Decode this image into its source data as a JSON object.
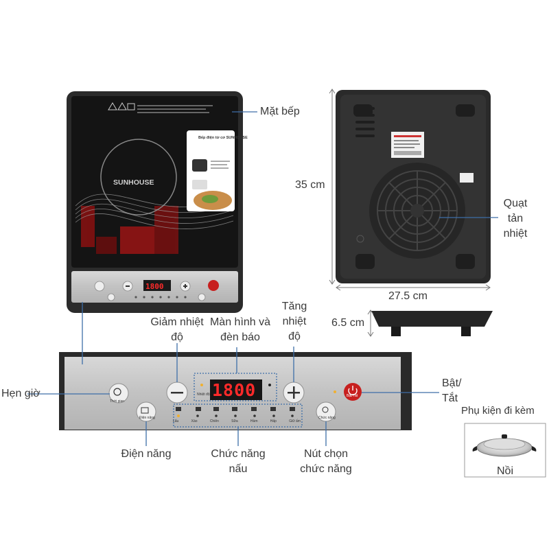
{
  "labels": {
    "mat_bep": "Mặt bếp",
    "do_cao_mat": "35 cm",
    "quat": [
      "Quạt",
      "tản",
      "nhiệt"
    ],
    "do_rong": "27.5 cm",
    "do_day": "6.5 cm",
    "giam_nhiet": [
      "Giảm nhiệt",
      "độ"
    ],
    "man_hinh": [
      "Màn hình và",
      "đèn báo"
    ],
    "tang_nhiet": [
      "Tăng",
      "nhiệt",
      "độ"
    ],
    "hen_gio": "Hẹn giờ",
    "bat_tat": [
      "Bật/",
      "Tắt"
    ],
    "phu_kien": "Phụ kiện đi kèm",
    "noi": "Nồi",
    "dien_nang": "Điện năng",
    "chuc_nang_nau": [
      "Chức năng",
      "nấu"
    ],
    "nut_chon": [
      "Nút chọn",
      "chức năng"
    ]
  },
  "device": {
    "brand": "SUNHOUSE",
    "display": "1800",
    "box_title": "Bếp điện từ cơ SUNHOUSE",
    "panel_small": {
      "timer": "Thời gian",
      "power": "Điện năng",
      "temp": "Nhiệt độ",
      "mode": "Chức năng",
      "on": "Bật/Tắt"
    },
    "modes": [
      "Lẩu",
      "Xào",
      "Chiên",
      "Sữa",
      "Hầm",
      "Hấp",
      "Giữ ấm"
    ]
  },
  "colors": {
    "accent_line": "#3d6ea8",
    "display_red": "#ff2a2a",
    "power_red": "#c7201f"
  }
}
